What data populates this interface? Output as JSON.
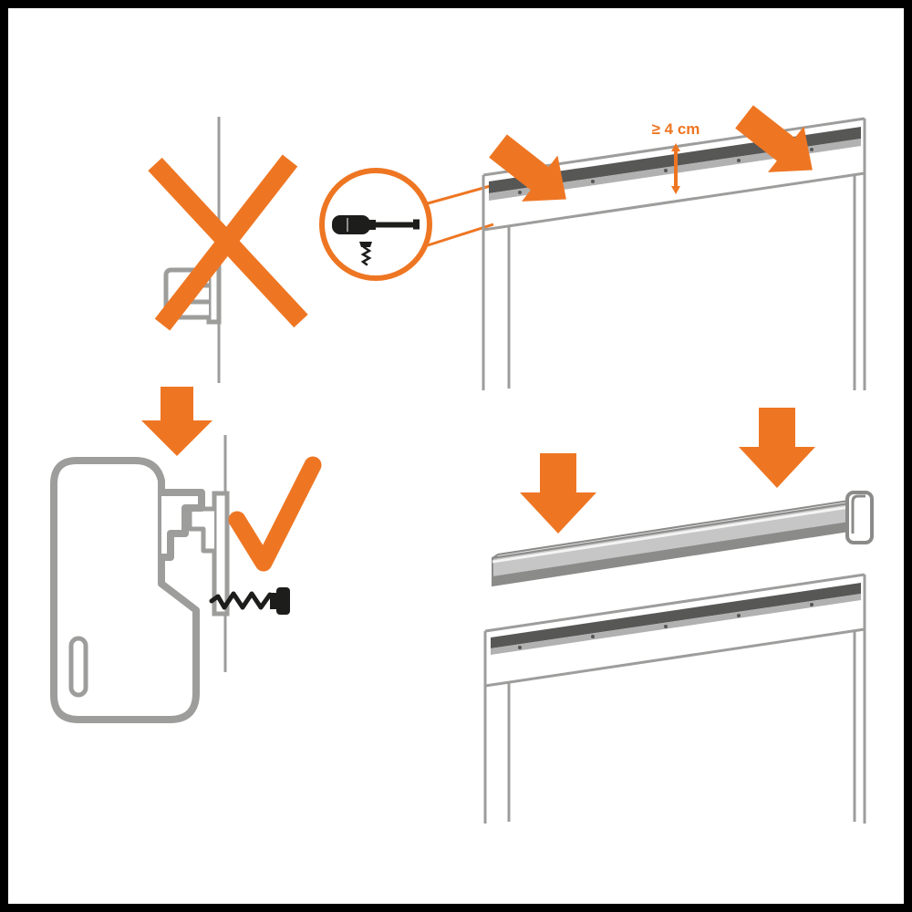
{
  "colors": {
    "orange": "#EE7623",
    "gray_light": "#9D9D9C",
    "gray_mid": "#B1B1B1",
    "gray_dark": "#575756",
    "ink": "#1D1D1B",
    "frame": "#000000"
  },
  "annotations": {
    "min_distance": "≥ 4 cm"
  },
  "icons": {
    "cross": "cross-icon",
    "check": "check-icon",
    "screwdriver": "screwdriver-icon",
    "screw": "screw-icon",
    "arrow_down": "arrow-down-icon",
    "arrow_diagonal": "arrow-diagonal-icon",
    "double_arrow": "double-arrow-icon"
  },
  "panels": {
    "top_left": "wrong-mounting-crosssection",
    "top_middle": "screwdriver-detail",
    "top_right": "rail-position-spacing",
    "bottom_left": "correct-mounting-crosssection",
    "bottom_right": "lower-pelmet-onto-rail"
  }
}
